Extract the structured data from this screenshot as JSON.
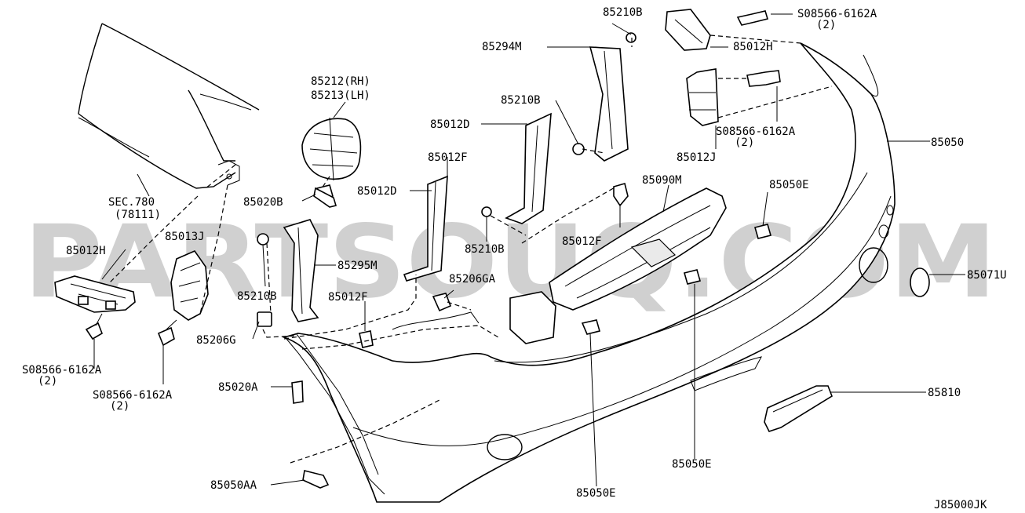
{
  "diagram": {
    "watermark": "PARTSOUQ.COM",
    "figure_code": "J85000JK",
    "labels": [
      {
        "id": "l-85210B-top",
        "text": "85210B"
      },
      {
        "id": "l-08566-1",
        "text": "S08566-6162A"
      },
      {
        "id": "l-08566-1q",
        "text": "(2)"
      },
      {
        "id": "l-85294M",
        "text": "85294M"
      },
      {
        "id": "l-85012H-top",
        "text": "85012H"
      },
      {
        "id": "l-85212",
        "text": "85212(RH)"
      },
      {
        "id": "l-85213",
        "text": "85213(LH)"
      },
      {
        "id": "l-85210B-2",
        "text": "85210B"
      },
      {
        "id": "l-85012D-top",
        "text": "85012D"
      },
      {
        "id": "l-08566-2",
        "text": "S08566-6162A"
      },
      {
        "id": "l-08566-2q",
        "text": "(2)"
      },
      {
        "id": "l-85050",
        "text": "85050"
      },
      {
        "id": "l-85012F-1",
        "text": "85012F"
      },
      {
        "id": "l-85012J",
        "text": "85012J"
      },
      {
        "id": "l-sec780",
        "text": "SEC.780"
      },
      {
        "id": "l-78111",
        "text": "(78111)"
      },
      {
        "id": "l-85090M",
        "text": "85090M"
      },
      {
        "id": "l-85050E-1",
        "text": "85050E"
      },
      {
        "id": "l-85012D-2",
        "text": "85012D"
      },
      {
        "id": "l-85020B",
        "text": "85020B"
      },
      {
        "id": "l-85013J",
        "text": "85013J"
      },
      {
        "id": "l-85012F-2",
        "text": "85012F"
      },
      {
        "id": "l-85012H-left",
        "text": "85012H"
      },
      {
        "id": "l-85295M",
        "text": "85295M"
      },
      {
        "id": "l-85210B-3",
        "text": "85210B"
      },
      {
        "id": "l-85071U",
        "text": "85071U"
      },
      {
        "id": "l-85206GA",
        "text": "85206GA"
      },
      {
        "id": "l-85210B-4",
        "text": "85210B"
      },
      {
        "id": "l-85012F-3",
        "text": "85012F"
      },
      {
        "id": "l-85206G",
        "text": "85206G"
      },
      {
        "id": "l-08566-3",
        "text": "S08566-6162A"
      },
      {
        "id": "l-08566-3q",
        "text": "(2)"
      },
      {
        "id": "l-85020A",
        "text": "85020A"
      },
      {
        "id": "l-85810",
        "text": "85810"
      },
      {
        "id": "l-08566-4",
        "text": "S08566-6162A"
      },
      {
        "id": "l-08566-4q",
        "text": "(2)"
      },
      {
        "id": "l-85050E-2",
        "text": "85050E"
      },
      {
        "id": "l-85050AA",
        "text": "85050AA"
      },
      {
        "id": "l-85050E-3",
        "text": "85050E"
      }
    ]
  }
}
